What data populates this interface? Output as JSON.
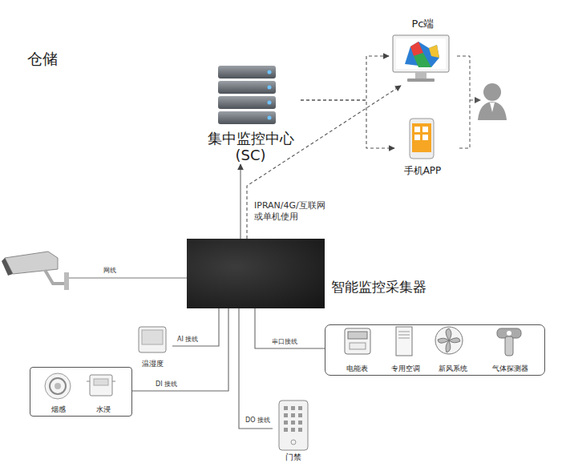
{
  "diagram": {
    "title": "仓储",
    "nodes": [
      {
        "text": [
          "集中监控中心 (SC)"
        ]
      },
      {
        "text": [
          "Pc端"
        ]
      },
      {
        "text": [
          "手机APP"
        ]
      },
      {
        "text": [
          "智能监控采集器"
        ]
      },
      {
        "text": [
          "温湿度"
        ]
      },
      {
        "text": []
      },
      {
        "text": [
          "烟感"
        ],
        "in": 5
      },
      {
        "text": [
          "水浸"
        ],
        "in": 5
      },
      {
        "text": []
      },
      {
        "text": [
          "电能表"
        ],
        "in": 8
      },
      {
        "text": [
          "专用空调"
        ],
        "in": 8
      },
      {
        "text": [
          "新风系统"
        ],
        "in": 8
      },
      {
        "text": [
          "气体探测器"
        ],
        "in": 8
      },
      {
        "text": [
          "门禁"
        ]
      }
    ],
    "edges": [
      {
        "from": 3,
        "to": 0,
        "arrow": "to",
        "label": "IPRAN/4G/互联网 或单机使用"
      },
      {
        "from": 3,
        "to": 1,
        "arrow": "to"
      },
      {
        "from": 0,
        "to": 1,
        "arrow": "to"
      },
      {
        "from": 0,
        "to": 2,
        "arrow": "to"
      },
      {
        "from": 4,
        "to": 3,
        "arrow": "none",
        "label": "AI 接线"
      },
      {
        "from": 5,
        "to": 3,
        "arrow": "none",
        "label": "DI 接线"
      },
      {
        "from": 8,
        "to": 3,
        "arrow": "none",
        "label": "串口接线"
      },
      {
        "from": 13,
        "to": 3,
        "arrow": "none",
        "label": "DO 接线"
      }
    ],
    "labels": [
      "网线"
    ]
  }
}
